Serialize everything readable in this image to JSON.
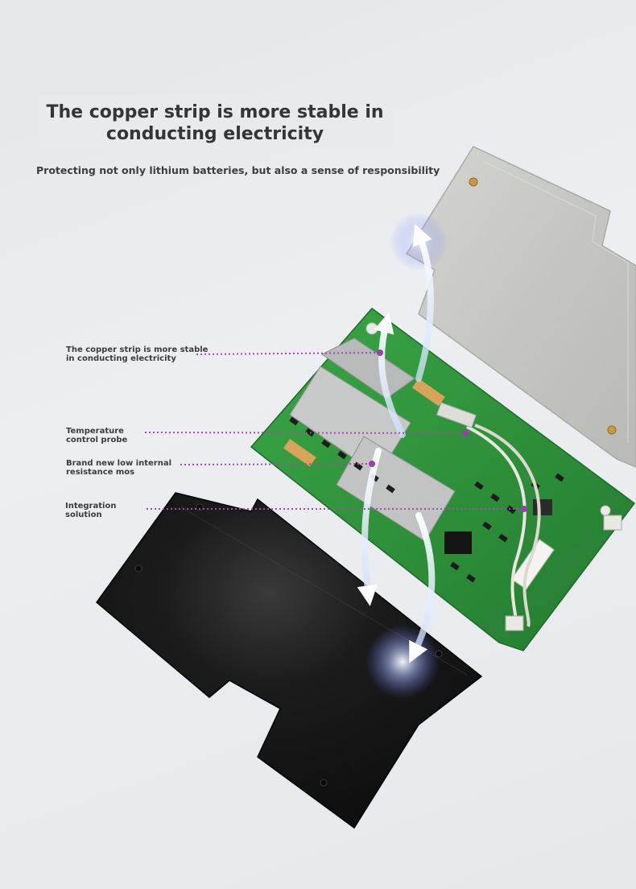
{
  "header": {
    "title": "The copper strip is more stable in conducting electricity",
    "subtitle": "Protecting not only lithium batteries, but also a sense of responsibility"
  },
  "callouts": [
    {
      "label": "The copper strip is more stable\nin conducting electricity"
    },
    {
      "label": "Temperature\ncontrol probe"
    },
    {
      "label": "Brand new low internal\nresistance mos"
    },
    {
      "label": "Integration\nsolution"
    }
  ],
  "colors": {
    "background": "#e6e8eb",
    "text": "#333538",
    "pcb_green": "#2f9a3c",
    "aluminum": "#c9c9c6",
    "black_plate": "#151515",
    "callout_line": "#a24bb0"
  }
}
